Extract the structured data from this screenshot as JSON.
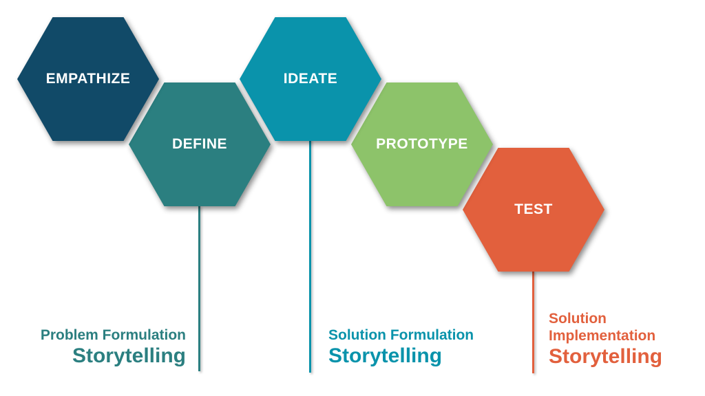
{
  "diagram": {
    "name": "design-thinking-process",
    "background_color": "#ffffff",
    "steps": [
      {
        "label": "EMPATHIZE",
        "color": "#114a68",
        "text_color": "#ffffff"
      },
      {
        "label": "DEFINE",
        "color": "#2b7f80",
        "text_color": "#ffffff"
      },
      {
        "label": "IDEATE",
        "color": "#0a93ab",
        "text_color": "#ffffff"
      },
      {
        "label": "PROTOTYPE",
        "color": "#8dc36a",
        "text_color": "#ffffff"
      },
      {
        "label": "TEST",
        "color": "#e2603d",
        "text_color": "#ffffff"
      }
    ],
    "connectors": [
      {
        "from_step": "DEFINE",
        "color": "#2b7f80"
      },
      {
        "from_step": "IDEATE",
        "color": "#0a93ab"
      },
      {
        "from_step": "TEST",
        "color": "#e2603d"
      }
    ],
    "phases": [
      {
        "lines": [
          "Problem Formulation"
        ],
        "storytelling": "Storytelling",
        "color": "#2b7f80",
        "align": "right"
      },
      {
        "lines": [
          "Solution Formulation"
        ],
        "storytelling": "Storytelling",
        "color": "#0a93ab",
        "align": "left"
      },
      {
        "lines": [
          "Solution",
          "Implementation"
        ],
        "storytelling": "Storytelling",
        "color": "#e2603d",
        "align": "left"
      }
    ]
  }
}
